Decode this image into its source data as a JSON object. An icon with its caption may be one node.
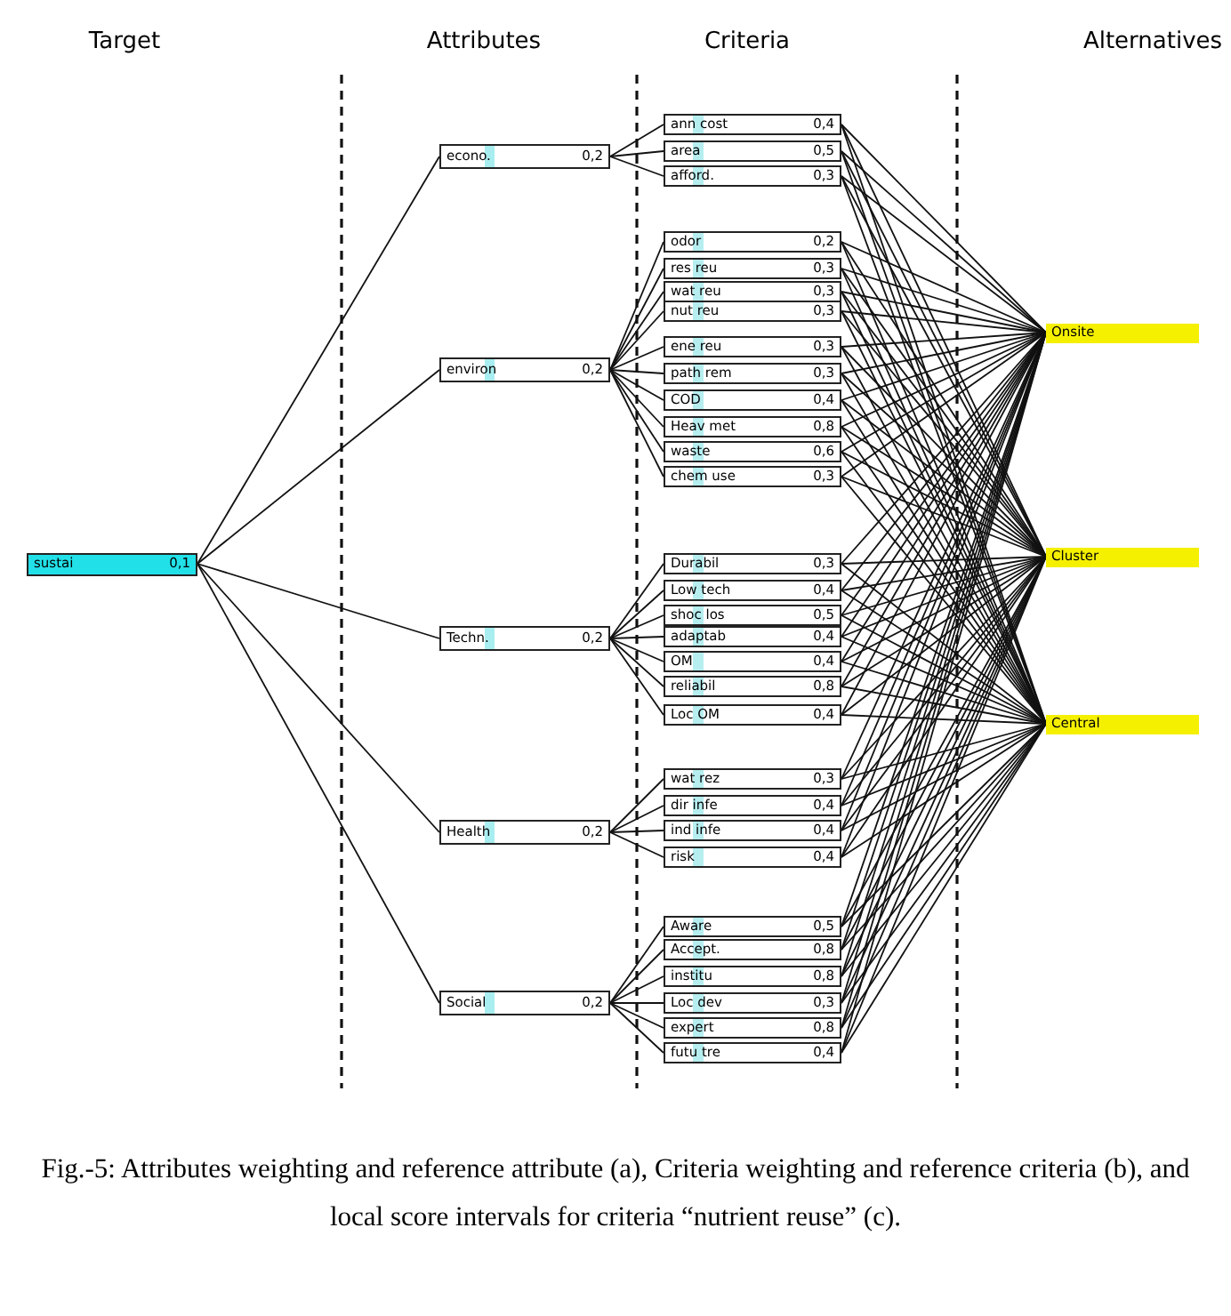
{
  "diagram": {
    "caption": "Fig.-5: Attributes weighting and reference attribute (a), Criteria weighting and reference criteria (b), and local score intervals for criteria “nutrient reuse” (c).",
    "nodes": [
      {
        "text": [
          "sustai",
          "0,1"
        ]
      },
      {
        "text": [
          "econo.",
          "0,2"
        ]
      },
      {
        "text": [
          "environ",
          "0,2"
        ]
      },
      {
        "text": [
          "Techn.",
          "0,2"
        ]
      },
      {
        "text": [
          "Health",
          "0,2"
        ]
      },
      {
        "text": [
          "Social",
          "0,2"
        ]
      },
      {
        "text": [
          "ann cost",
          "0,4"
        ]
      },
      {
        "text": [
          "area",
          "0,5"
        ]
      },
      {
        "text": [
          "afford.",
          "0,3"
        ]
      },
      {
        "text": [
          "odor",
          "0,2"
        ]
      },
      {
        "text": [
          "res reu",
          "0,3"
        ]
      },
      {
        "text": [
          "wat reu",
          "0,3"
        ]
      },
      {
        "text": [
          "nut reu",
          "0,3"
        ]
      },
      {
        "text": [
          "ene reu",
          "0,3"
        ]
      },
      {
        "text": [
          "path rem",
          "0,3"
        ]
      },
      {
        "text": [
          "COD",
          "0,4"
        ]
      },
      {
        "text": [
          "Heav met",
          "0,8"
        ]
      },
      {
        "text": [
          "waste",
          "0,6"
        ]
      },
      {
        "text": [
          "chem use",
          "0,3"
        ]
      },
      {
        "text": [
          "Durabil",
          "0,3"
        ]
      },
      {
        "text": [
          "Low tech",
          "0,4"
        ]
      },
      {
        "text": [
          "shoc los",
          "0,5"
        ]
      },
      {
        "text": [
          "adaptab",
          "0,4"
        ]
      },
      {
        "text": [
          "OM",
          "0,4"
        ]
      },
      {
        "text": [
          "reliabil",
          "0,8"
        ]
      },
      {
        "text": [
          "Loc OM",
          "0,4"
        ]
      },
      {
        "text": [
          "wat rez",
          "0,3"
        ]
      },
      {
        "text": [
          "dir infe",
          "0,4"
        ]
      },
      {
        "text": [
          "ind infe",
          "0,4"
        ]
      },
      {
        "text": [
          "risk",
          "0,4"
        ]
      },
      {
        "text": [
          "Aware",
          "0,5"
        ]
      },
      {
        "text": [
          "Accept.",
          "0,8"
        ]
      },
      {
        "text": [
          "institu",
          "0,8"
        ]
      },
      {
        "text": [
          "Loc dev",
          "0,3"
        ]
      },
      {
        "text": [
          "expert",
          "0,8"
        ]
      },
      {
        "text": [
          "futu tre",
          "0,4"
        ]
      },
      {
        "text": [
          "Onsite"
        ]
      },
      {
        "text": [
          "Cluster"
        ]
      },
      {
        "text": [
          "Central"
        ]
      }
    ],
    "edges": [
      {
        "from": 0,
        "to": 1,
        "arrow": "none"
      },
      {
        "from": 0,
        "to": 2,
        "arrow": "none"
      },
      {
        "from": 0,
        "to": 3,
        "arrow": "none"
      },
      {
        "from": 0,
        "to": 4,
        "arrow": "none"
      },
      {
        "from": 0,
        "to": 5,
        "arrow": "none"
      },
      {
        "from": 1,
        "to": 6,
        "arrow": "none"
      },
      {
        "from": 1,
        "to": 7,
        "arrow": "none"
      },
      {
        "from": 1,
        "to": 8,
        "arrow": "none"
      },
      {
        "from": 2,
        "to": 9,
        "arrow": "none"
      },
      {
        "from": 2,
        "to": 10,
        "arrow": "none"
      },
      {
        "from": 2,
        "to": 11,
        "arrow": "none"
      },
      {
        "from": 2,
        "to": 12,
        "arrow": "none"
      },
      {
        "from": 2,
        "to": 13,
        "arrow": "none"
      },
      {
        "from": 2,
        "to": 14,
        "arrow": "none"
      },
      {
        "from": 2,
        "to": 15,
        "arrow": "none"
      },
      {
        "from": 2,
        "to": 16,
        "arrow": "none"
      },
      {
        "from": 2,
        "to": 17,
        "arrow": "none"
      },
      {
        "from": 2,
        "to": 18,
        "arrow": "none"
      },
      {
        "from": 3,
        "to": 19,
        "arrow": "none"
      },
      {
        "from": 3,
        "to": 20,
        "arrow": "none"
      },
      {
        "from": 3,
        "to": 21,
        "arrow": "none"
      },
      {
        "from": 3,
        "to": 22,
        "arrow": "none"
      },
      {
        "from": 3,
        "to": 23,
        "arrow": "none"
      },
      {
        "from": 3,
        "to": 24,
        "arrow": "none"
      },
      {
        "from": 3,
        "to": 25,
        "arrow": "none"
      },
      {
        "from": 4,
        "to": 26,
        "arrow": "none"
      },
      {
        "from": 4,
        "to": 27,
        "arrow": "none"
      },
      {
        "from": 4,
        "to": 28,
        "arrow": "none"
      },
      {
        "from": 4,
        "to": 29,
        "arrow": "none"
      },
      {
        "from": 5,
        "to": 30,
        "arrow": "none"
      },
      {
        "from": 5,
        "to": 31,
        "arrow": "none"
      },
      {
        "from": 5,
        "to": 32,
        "arrow": "none"
      },
      {
        "from": 5,
        "to": 33,
        "arrow": "none"
      },
      {
        "from": 5,
        "to": 34,
        "arrow": "none"
      },
      {
        "from": 5,
        "to": 35,
        "arrow": "none"
      },
      {
        "from": 6,
        "to": 36,
        "arrow": "none"
      },
      {
        "from": 6,
        "to": 37,
        "arrow": "none"
      },
      {
        "from": 6,
        "to": 38,
        "arrow": "none"
      },
      {
        "from": 7,
        "to": 36,
        "arrow": "none"
      },
      {
        "from": 7,
        "to": 37,
        "arrow": "none"
      },
      {
        "from": 7,
        "to": 38,
        "arrow": "none"
      },
      {
        "from": 8,
        "to": 36,
        "arrow": "none"
      },
      {
        "from": 8,
        "to": 37,
        "arrow": "none"
      },
      {
        "from": 8,
        "to": 38,
        "arrow": "none"
      },
      {
        "from": 9,
        "to": 36,
        "arrow": "none"
      },
      {
        "from": 9,
        "to": 37,
        "arrow": "none"
      },
      {
        "from": 9,
        "to": 38,
        "arrow": "none"
      },
      {
        "from": 10,
        "to": 36,
        "arrow": "none"
      },
      {
        "from": 10,
        "to": 37,
        "arrow": "none"
      },
      {
        "from": 10,
        "to": 38,
        "arrow": "none"
      },
      {
        "from": 11,
        "to": 36,
        "arrow": "none"
      },
      {
        "from": 11,
        "to": 37,
        "arrow": "none"
      },
      {
        "from": 11,
        "to": 38,
        "arrow": "none"
      },
      {
        "from": 12,
        "to": 36,
        "arrow": "none"
      },
      {
        "from": 12,
        "to": 37,
        "arrow": "none"
      },
      {
        "from": 12,
        "to": 38,
        "arrow": "none"
      },
      {
        "from": 13,
        "to": 36,
        "arrow": "none"
      },
      {
        "from": 13,
        "to": 37,
        "arrow": "none"
      },
      {
        "from": 13,
        "to": 38,
        "arrow": "none"
      },
      {
        "from": 14,
        "to": 36,
        "arrow": "none"
      },
      {
        "from": 14,
        "to": 37,
        "arrow": "none"
      },
      {
        "from": 14,
        "to": 38,
        "arrow": "none"
      },
      {
        "from": 15,
        "to": 36,
        "arrow": "none"
      },
      {
        "from": 15,
        "to": 37,
        "arrow": "none"
      },
      {
        "from": 15,
        "to": 38,
        "arrow": "none"
      },
      {
        "from": 16,
        "to": 36,
        "arrow": "none"
      },
      {
        "from": 16,
        "to": 37,
        "arrow": "none"
      },
      {
        "from": 16,
        "to": 38,
        "arrow": "none"
      },
      {
        "from": 17,
        "to": 36,
        "arrow": "none"
      },
      {
        "from": 17,
        "to": 37,
        "arrow": "none"
      },
      {
        "from": 17,
        "to": 38,
        "arrow": "none"
      },
      {
        "from": 18,
        "to": 36,
        "arrow": "none"
      },
      {
        "from": 18,
        "to": 37,
        "arrow": "none"
      },
      {
        "from": 18,
        "to": 38,
        "arrow": "none"
      },
      {
        "from": 19,
        "to": 36,
        "arrow": "none"
      },
      {
        "from": 19,
        "to": 37,
        "arrow": "none"
      },
      {
        "from": 19,
        "to": 38,
        "arrow": "none"
      },
      {
        "from": 20,
        "to": 36,
        "arrow": "none"
      },
      {
        "from": 20,
        "to": 37,
        "arrow": "none"
      },
      {
        "from": 20,
        "to": 38,
        "arrow": "none"
      },
      {
        "from": 21,
        "to": 36,
        "arrow": "none"
      },
      {
        "from": 21,
        "to": 37,
        "arrow": "none"
      },
      {
        "from": 21,
        "to": 38,
        "arrow": "none"
      },
      {
        "from": 22,
        "to": 36,
        "arrow": "none"
      },
      {
        "from": 22,
        "to": 37,
        "arrow": "none"
      },
      {
        "from": 22,
        "to": 38,
        "arrow": "none"
      },
      {
        "from": 23,
        "to": 36,
        "arrow": "none"
      },
      {
        "from": 23,
        "to": 37,
        "arrow": "none"
      },
      {
        "from": 23,
        "to": 38,
        "arrow": "none"
      },
      {
        "from": 24,
        "to": 36,
        "arrow": "none"
      },
      {
        "from": 24,
        "to": 37,
        "arrow": "none"
      },
      {
        "from": 24,
        "to": 38,
        "arrow": "none"
      },
      {
        "from": 25,
        "to": 36,
        "arrow": "none"
      },
      {
        "from": 25,
        "to": 37,
        "arrow": "none"
      },
      {
        "from": 25,
        "to": 38,
        "arrow": "none"
      },
      {
        "from": 26,
        "to": 36,
        "arrow": "none"
      },
      {
        "from": 26,
        "to": 37,
        "arrow": "none"
      },
      {
        "from": 26,
        "to": 38,
        "arrow": "none"
      },
      {
        "from": 27,
        "to": 36,
        "arrow": "none"
      },
      {
        "from": 27,
        "to": 37,
        "arrow": "none"
      },
      {
        "from": 27,
        "to": 38,
        "arrow": "none"
      },
      {
        "from": 28,
        "to": 36,
        "arrow": "none"
      },
      {
        "from": 28,
        "to": 37,
        "arrow": "none"
      },
      {
        "from": 28,
        "to": 38,
        "arrow": "none"
      },
      {
        "from": 29,
        "to": 36,
        "arrow": "none"
      },
      {
        "from": 29,
        "to": 37,
        "arrow": "none"
      },
      {
        "from": 29,
        "to": 38,
        "arrow": "none"
      },
      {
        "from": 30,
        "to": 36,
        "arrow": "none"
      },
      {
        "from": 30,
        "to": 37,
        "arrow": "none"
      },
      {
        "from": 30,
        "to": 38,
        "arrow": "none"
      },
      {
        "from": 31,
        "to": 36,
        "arrow": "none"
      },
      {
        "from": 31,
        "to": 37,
        "arrow": "none"
      },
      {
        "from": 31,
        "to": 38,
        "arrow": "none"
      },
      {
        "from": 32,
        "to": 36,
        "arrow": "none"
      },
      {
        "from": 32,
        "to": 37,
        "arrow": "none"
      },
      {
        "from": 32,
        "to": 38,
        "arrow": "none"
      },
      {
        "from": 33,
        "to": 36,
        "arrow": "none"
      },
      {
        "from": 33,
        "to": 37,
        "arrow": "none"
      },
      {
        "from": 33,
        "to": 38,
        "arrow": "none"
      },
      {
        "from": 34,
        "to": 36,
        "arrow": "none"
      },
      {
        "from": 34,
        "to": 37,
        "arrow": "none"
      },
      {
        "from": 34,
        "to": 38,
        "arrow": "none"
      },
      {
        "from": 35,
        "to": 36,
        "arrow": "none"
      },
      {
        "from": 35,
        "to": 37,
        "arrow": "none"
      },
      {
        "from": 35,
        "to": 38,
        "arrow": "none"
      }
    ],
    "labels": [
      "Target",
      "Attributes",
      "Criteria",
      "Alternatives"
    ]
  }
}
